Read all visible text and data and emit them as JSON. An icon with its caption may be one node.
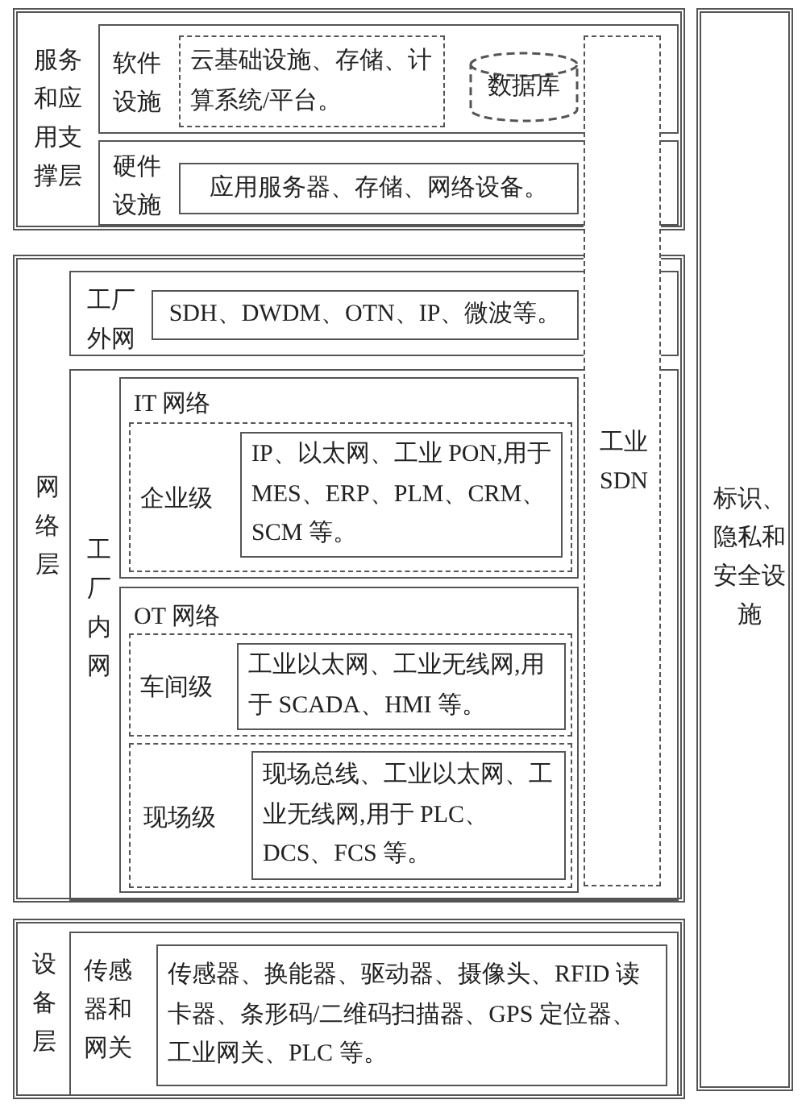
{
  "diagram": {
    "nodes": [
      {
        "text": [
          "服务和应用支撑层"
        ]
      },
      {
        "text": [
          "软件设施"
        ],
        "in": 0
      },
      {
        "text": [
          "云基础设施、存储、计算系统/平台。"
        ],
        "in": 1
      },
      {
        "text": [
          "数据库"
        ],
        "in": 1
      },
      {
        "text": [
          "硬件设施"
        ],
        "in": 0
      },
      {
        "text": [
          "应用服务器、存储、网络设备。"
        ],
        "in": 4
      },
      {
        "text": [
          "工业SDN"
        ]
      },
      {
        "text": [
          "标识、隐私和安全设施"
        ]
      },
      {
        "text": [
          "网络层"
        ]
      },
      {
        "text": [
          "工厂外网"
        ],
        "in": 8
      },
      {
        "text": [
          "SDH、DWDM、OTN、IP、微波等。"
        ],
        "in": 9
      },
      {
        "text": [
          "工厂内网"
        ],
        "in": 8
      },
      {
        "text": [
          "IT 网络"
        ],
        "in": 11
      },
      {
        "text": [
          "企业级"
        ],
        "in": 12
      },
      {
        "text": [
          "IP、以太网、工业 PON,用于 MES、ERP、PLM、CRM、SCM 等。"
        ],
        "in": 13
      },
      {
        "text": [
          "OT 网络"
        ],
        "in": 11
      },
      {
        "text": [
          "车间级"
        ],
        "in": 15
      },
      {
        "text": [
          "工业以太网、工业无线网,用于 SCADA、HMI 等。"
        ],
        "in": 16
      },
      {
        "text": [
          "现场级"
        ],
        "in": 15
      },
      {
        "text": [
          "现场总线、工业以太网、工业无线网,用于 PLC、DCS、FCS 等。"
        ],
        "in": 18
      },
      {
        "text": [
          "设备层"
        ]
      },
      {
        "text": [
          "传感器和网关"
        ],
        "in": 20
      },
      {
        "text": [
          "传感器、换能器、驱动器、摄像头、RFID 读卡器、条形码/二维码扫描器、GPS 定位器、工业网关、PLC 等。"
        ],
        "in": 21
      }
    ]
  }
}
